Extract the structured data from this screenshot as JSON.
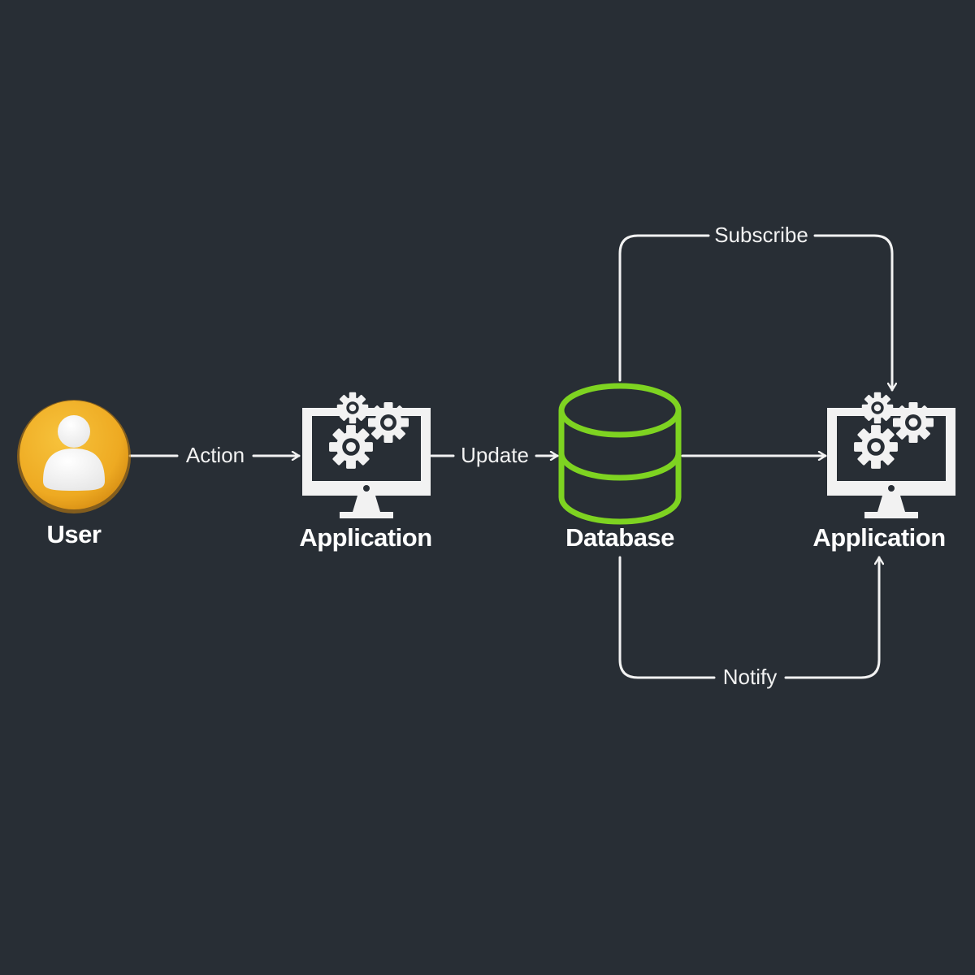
{
  "diagram": {
    "nodes": {
      "user": {
        "label": "User",
        "icon": "user-avatar-icon"
      },
      "app_left": {
        "label": "Application",
        "icon": "monitor-gears-icon"
      },
      "database": {
        "label": "Database",
        "icon": "database-icon"
      },
      "app_right": {
        "label": "Application",
        "icon": "monitor-gears-icon"
      }
    },
    "edges": {
      "action": "Action",
      "update": "Update",
      "subscribe": "Subscribe",
      "notify": "Notify"
    },
    "colors": {
      "background": "#282e35",
      "user_avatar": "#f0b429",
      "database_outline": "#7ed321",
      "line": "#f2f2f2"
    }
  }
}
